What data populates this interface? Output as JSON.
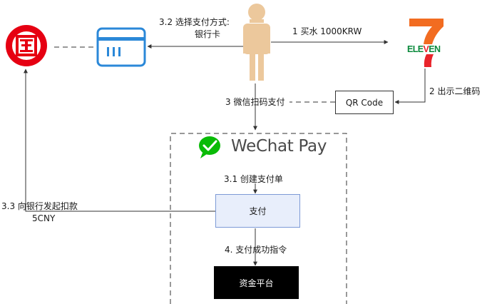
{
  "labels": {
    "step1": "1 买水 1000KRW",
    "step2": "2 出示二维码",
    "step3": "3 微信扫码支付",
    "step3_1": "3.1 创建支付单",
    "step3_2_line1": "3.2 选择支付方式:",
    "step3_2_line2": "银行卡",
    "step3_3_line1": "3.3 向银行发起扣款",
    "step3_3_line2": "5CNY",
    "step4": "4. 支付成功指令"
  },
  "nodes": {
    "qr_code": "QR Code",
    "payment": "支付",
    "fund_platform": "资金平台",
    "wechat_pay_brand": "WeChat Pay",
    "seven_eleven_logo_text": "ELEVEN"
  },
  "colors": {
    "bank_red": "#e60012",
    "card_blue": "#2b88d8",
    "person_skin": "#ecc89c",
    "wechat_green": "#09bb07",
    "seven_orange": "#f26c21",
    "seven_red": "#e9242b",
    "seven_green": "#0a8a3c",
    "payment_fill": "#e8eefb",
    "payment_stroke": "#7d9ad6",
    "platform_fill": "#000000",
    "line": "#333333"
  },
  "icons": {
    "bank": "icbc-bank-logo-icon",
    "card": "bank-card-icon",
    "person": "person-icon",
    "store": "seven-eleven-logo-icon",
    "wechat": "wechat-pay-logo-icon"
  }
}
